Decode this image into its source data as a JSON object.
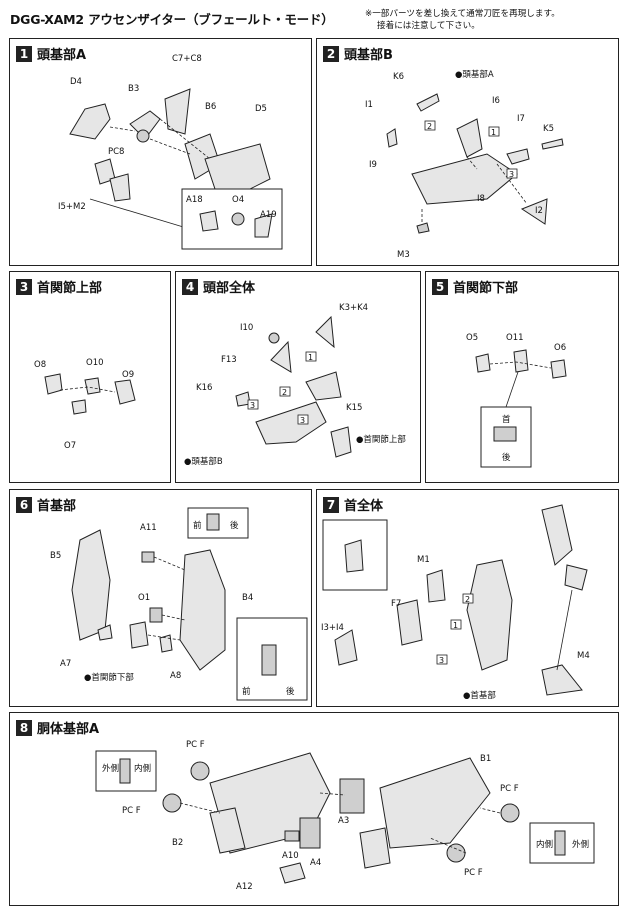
{
  "header": {
    "title": "DGG-XAM2 アウセンザイター（ブフェールト・モード）",
    "note_line1": "※一部パーツを差し換えて通常刀匠を再現します。",
    "note_line2": "接着には注意して下さい。"
  },
  "steps": [
    {
      "number": "1",
      "title": "頭基部A",
      "labels": [
        "D4",
        "B3",
        "C7+C8",
        "PC8",
        "B6",
        "D5",
        "I5+M2",
        "A18",
        "O4",
        "A19"
      ]
    },
    {
      "number": "2",
      "title": "頭基部B",
      "labels": [
        "K6",
        "●頭基部A",
        "I1",
        "I6",
        "I7",
        "K5",
        "I9",
        "I8",
        "I2",
        "M3"
      ]
    },
    {
      "number": "3",
      "title": "首関節上部",
      "labels": [
        "O8",
        "O10",
        "O9",
        "O7"
      ]
    },
    {
      "number": "4",
      "title": "頭部全体",
      "labels": [
        "K3+K4",
        "I10",
        "F13",
        "K16",
        "K15",
        "●首関節上部",
        "●頭基部B"
      ]
    },
    {
      "number": "5",
      "title": "首関節下部",
      "labels": [
        "O5",
        "O11",
        "O6",
        "首",
        "後"
      ]
    },
    {
      "number": "6",
      "title": "首基部",
      "labels": [
        "A11",
        "前",
        "後",
        "B5",
        "O1",
        "B4",
        "A7",
        "●首関節下部",
        "A8",
        "前",
        "後"
      ]
    },
    {
      "number": "7",
      "title": "首全体",
      "labels": [
        "M1",
        "F7",
        "I3+I4",
        "●首基部",
        "M4"
      ]
    },
    {
      "number": "8",
      "title": "胴体基部A",
      "labels": [
        "PC F",
        "外側",
        "内側",
        "PC F",
        "B2",
        "A10",
        "A4",
        "A3",
        "A12",
        "B1",
        "PC F",
        "PC F",
        "内側",
        "外側"
      ]
    }
  ]
}
